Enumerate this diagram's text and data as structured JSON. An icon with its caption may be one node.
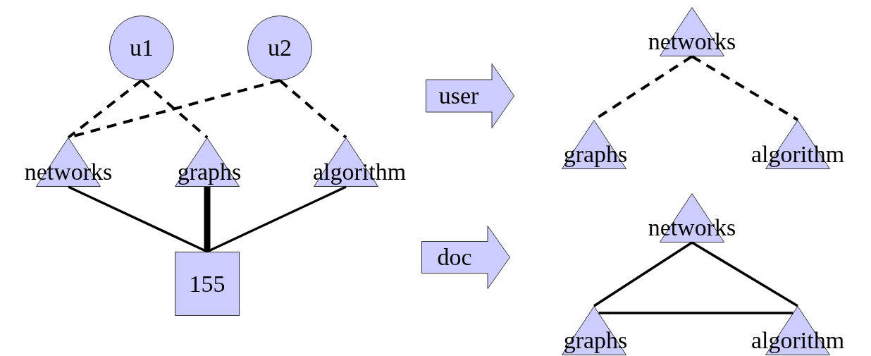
{
  "diagram": {
    "nodes": [
      {
        "text": [
          "u1"
        ]
      },
      {
        "text": [
          "u2"
        ]
      },
      {
        "text": [
          "networks"
        ]
      },
      {
        "text": [
          "graphs"
        ]
      },
      {
        "text": [
          "algorithm"
        ]
      },
      {
        "text": [
          "155"
        ]
      },
      {
        "text": [
          "user"
        ]
      },
      {
        "text": [
          "networks"
        ]
      },
      {
        "text": [
          "graphs"
        ]
      },
      {
        "text": [
          "algorithm"
        ]
      },
      {
        "text": [
          "doc"
        ]
      },
      {
        "text": [
          "networks"
        ]
      },
      {
        "text": [
          "graphs"
        ]
      },
      {
        "text": [
          "algorithm"
        ]
      }
    ],
    "edges": [
      {
        "from": 0,
        "to": 2,
        "arrow": "none",
        "style": "dashed"
      },
      {
        "from": 0,
        "to": 3,
        "arrow": "none",
        "style": "dashed"
      },
      {
        "from": 1,
        "to": 2,
        "arrow": "none",
        "style": "dashed"
      },
      {
        "from": 1,
        "to": 4,
        "arrow": "none",
        "style": "dashed"
      },
      {
        "from": 2,
        "to": 5,
        "arrow": "none"
      },
      {
        "from": 3,
        "to": 5,
        "arrow": "none",
        "style": "thick"
      },
      {
        "from": 4,
        "to": 5,
        "arrow": "none"
      },
      {
        "from": 7,
        "to": 8,
        "arrow": "none",
        "style": "dashed"
      },
      {
        "from": 7,
        "to": 9,
        "arrow": "none",
        "style": "dashed"
      },
      {
        "from": 11,
        "to": 12,
        "arrow": "none"
      },
      {
        "from": 11,
        "to": 13,
        "arrow": "none"
      },
      {
        "from": 12,
        "to": 13,
        "arrow": "none"
      }
    ]
  }
}
